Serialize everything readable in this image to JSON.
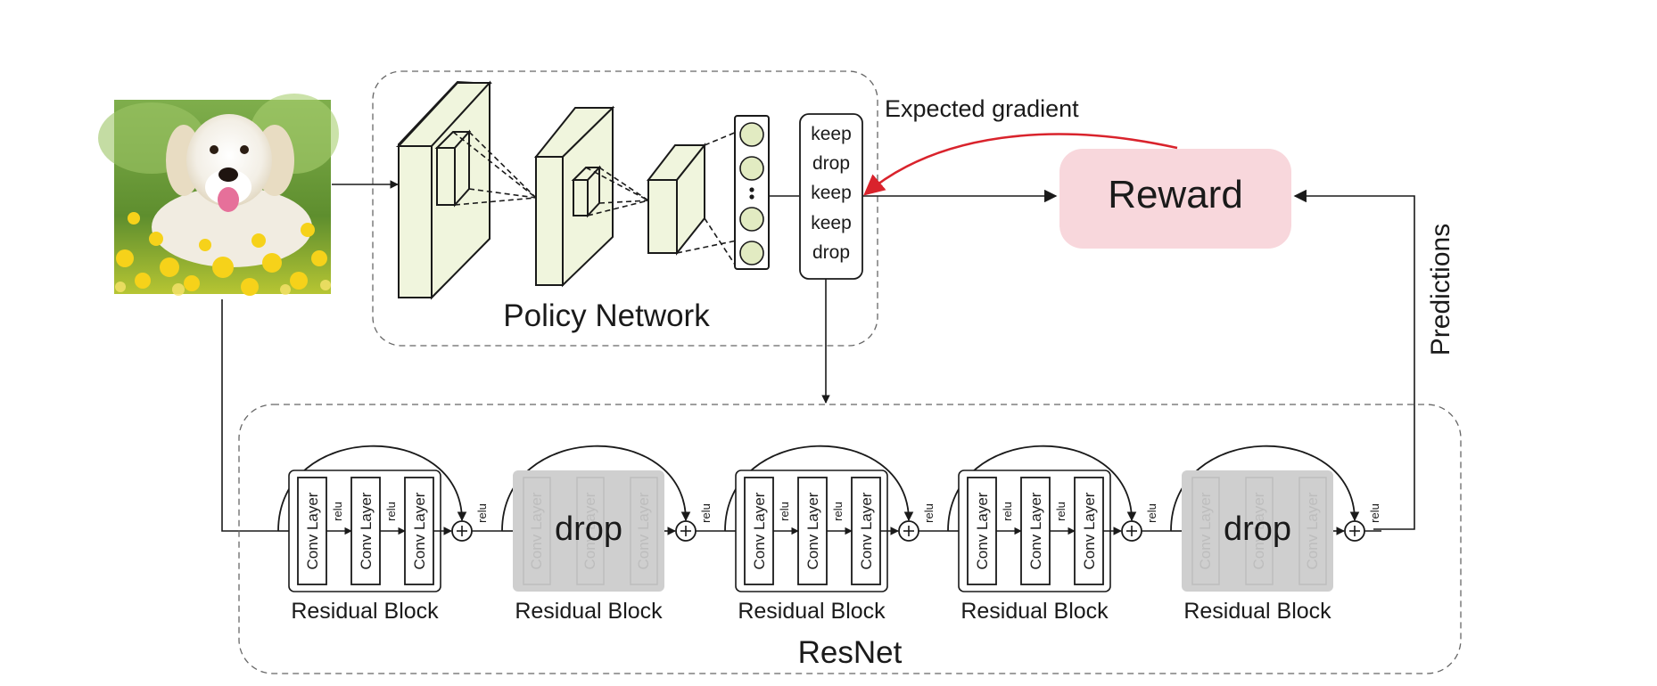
{
  "policy_network": {
    "title": "Policy Network",
    "actions": [
      "keep",
      "drop",
      "keep",
      "keep",
      "drop"
    ]
  },
  "reward": {
    "label": "Reward"
  },
  "feedback": {
    "expected_gradient": "Expected gradient",
    "predictions": "Predictions"
  },
  "resnet": {
    "title": "ResNet",
    "activation": "relu",
    "block_label": "Residual Block",
    "conv_layer": "Conv Layer",
    "drop_label": "drop",
    "blocks": [
      {
        "state": "keep"
      },
      {
        "state": "drop"
      },
      {
        "state": "keep"
      },
      {
        "state": "keep"
      },
      {
        "state": "drop"
      }
    ]
  },
  "colors": {
    "policy_box_fill": "#f0f5dd",
    "reward_fill": "#f8d7dc",
    "gradient_arrow": "#d9232c",
    "dropped_block": "#cfcfcf",
    "line": "#1a1a1a",
    "dashed_border": "#666666"
  },
  "image": {
    "icon": "dog-in-flowers-photo"
  }
}
